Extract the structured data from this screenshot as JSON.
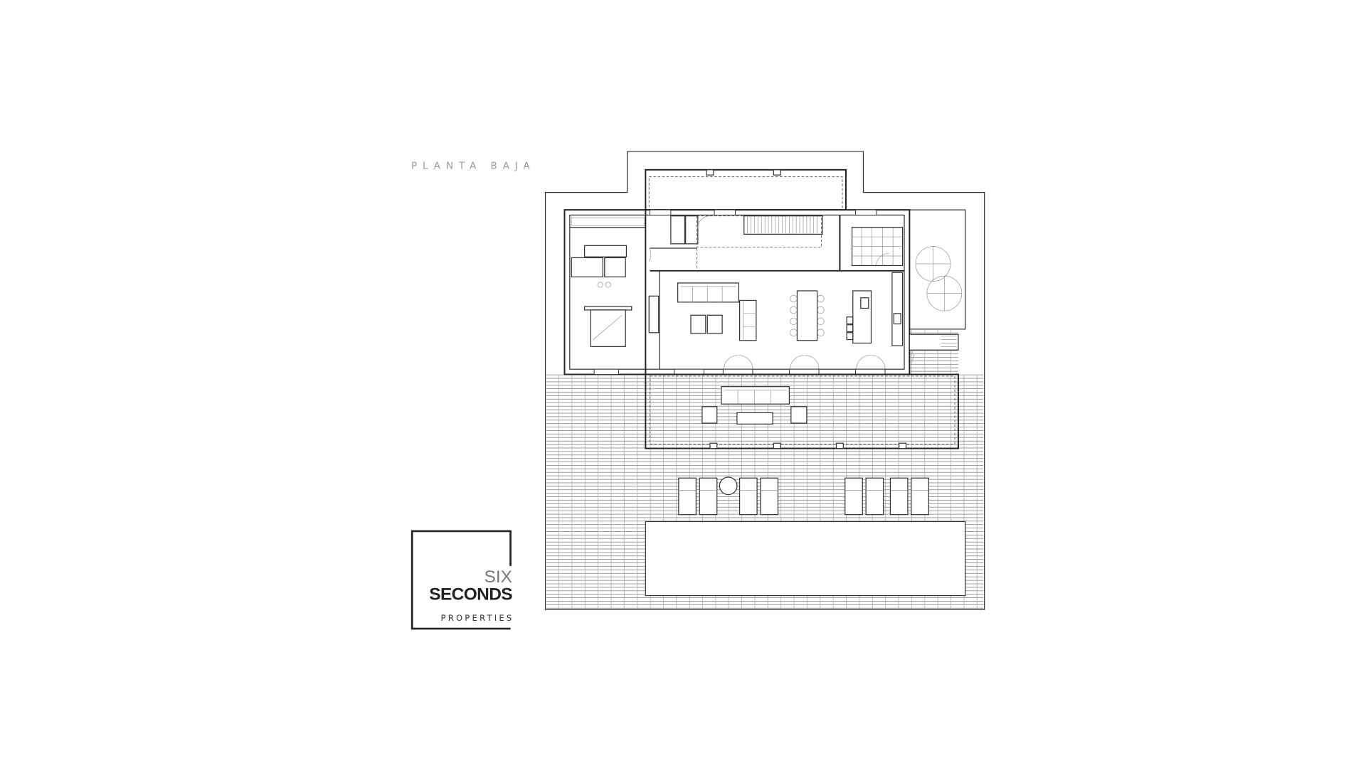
{
  "plan": {
    "title": "PLANTA BAJA"
  },
  "logo": {
    "line1": "SIX",
    "line2": "SECONDS",
    "line3": "PROPERTIES",
    "accent_color": "#7d7772",
    "text_color": "#222222"
  }
}
